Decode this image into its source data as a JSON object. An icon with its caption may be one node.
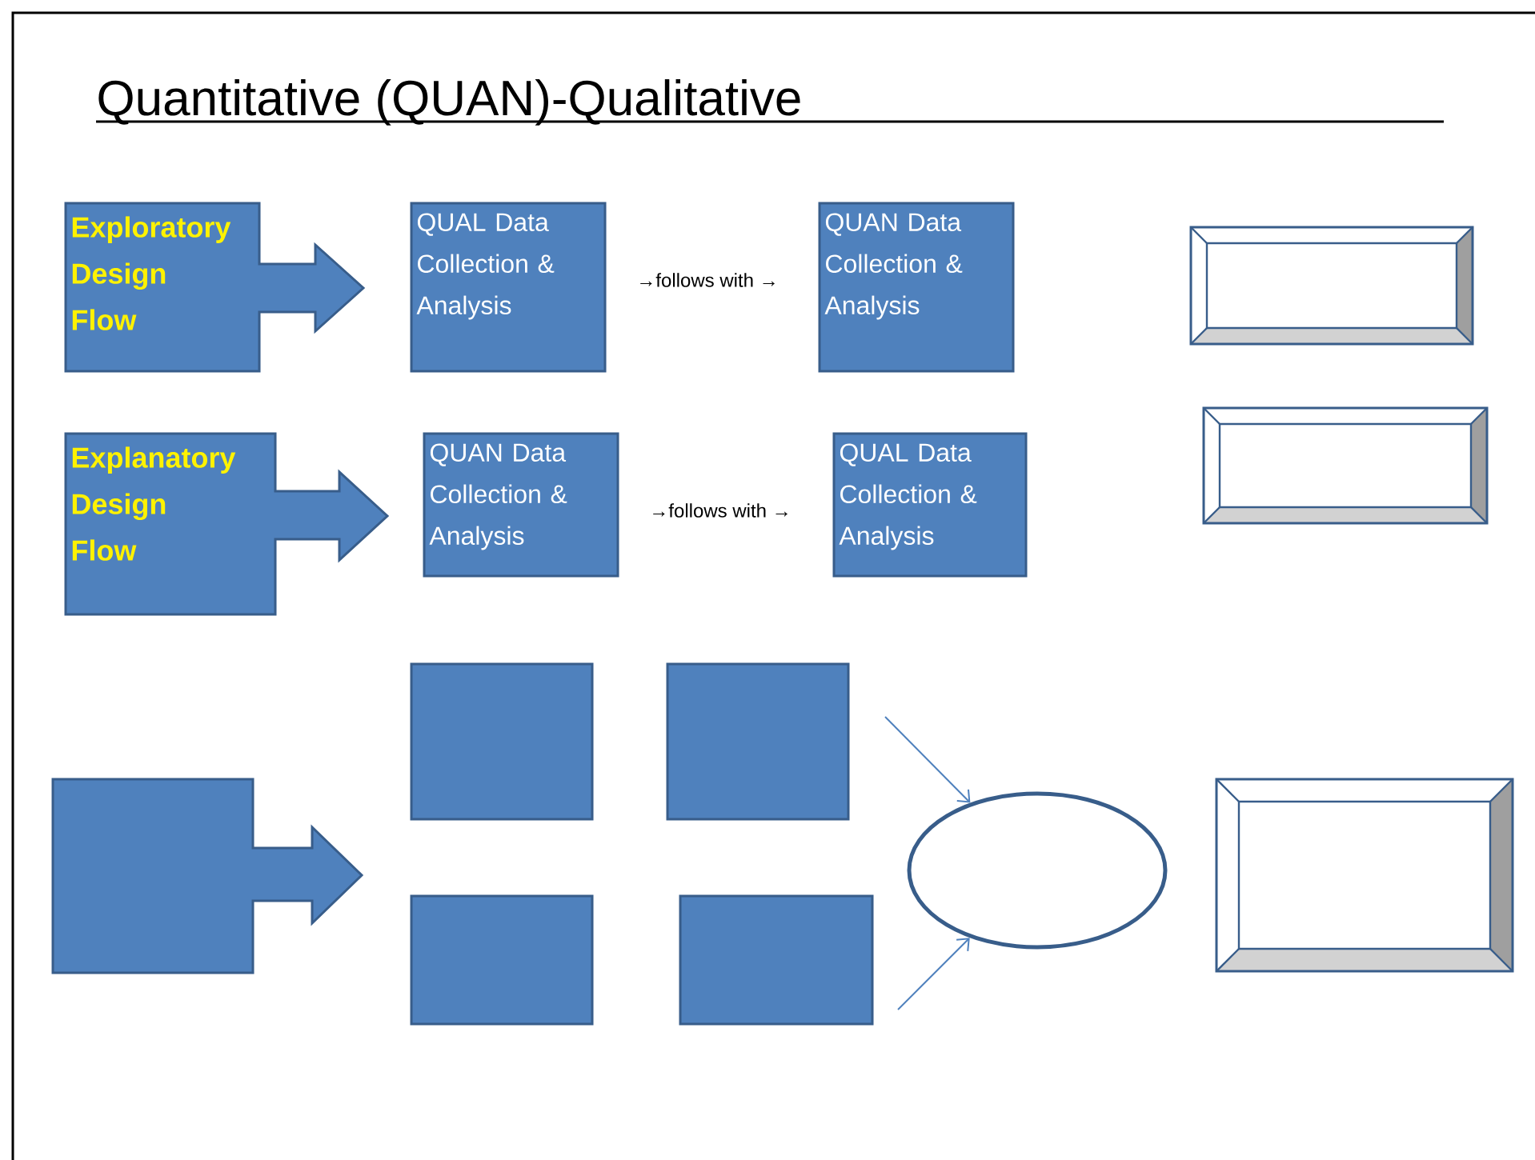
{
  "diagram": {
    "title": "Quantitative (QUAN)-Qualitative",
    "nodes": [
      {
        "text": [
          "Exploratory Design Flow"
        ]
      },
      {
        "text": [
          "QUAL Data Collection & Analysis"
        ]
      },
      {
        "text": [
          "QUAN Data Collection & Analysis"
        ]
      },
      {
        "text": [],
        "shape": "box"
      },
      {
        "text": [
          "Explanatory Design Flow"
        ]
      },
      {
        "text": [
          "QUAN Data Collection & Analysis"
        ]
      },
      {
        "text": [
          "QUAL Data Collection & Analysis"
        ]
      },
      {
        "text": [],
        "shape": "box"
      },
      {
        "text": [],
        "shape": "arrow"
      },
      {
        "text": [],
        "shape": "box"
      },
      {
        "text": [],
        "shape": "box"
      },
      {
        "text": [],
        "shape": "box"
      },
      {
        "text": [],
        "shape": "box"
      },
      {
        "text": [],
        "shape": "ellipse"
      },
      {
        "text": [],
        "shape": "box"
      }
    ],
    "edges": [
      {
        "from": null,
        "to": 13,
        "arrow": "to"
      },
      {
        "from": null,
        "to": 13,
        "arrow": "to"
      }
    ],
    "labels": [
      "→follows with →",
      "→follows with →"
    ]
  }
}
